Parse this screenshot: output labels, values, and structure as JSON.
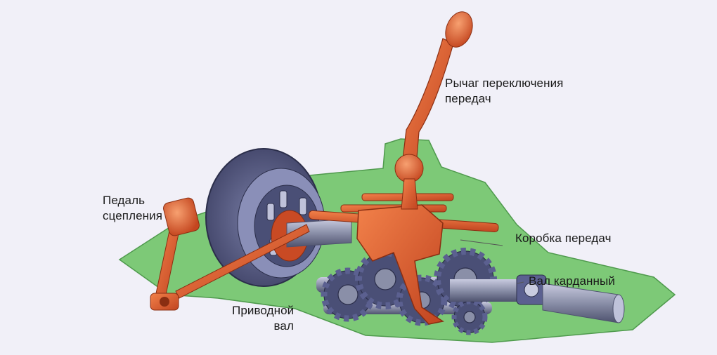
{
  "diagram": {
    "labels": {
      "shift_lever": "Рычаг переключения\nпередач",
      "clutch_pedal": "Педаль\nсцепления",
      "gearbox": "Коробка передач",
      "propeller_shaft": "Вал карданный",
      "drive_shaft": "Приводной\nвал"
    },
    "colors": {
      "base_green": "#7dc977",
      "mechanism_orange": "#d8572b",
      "gear_blue": "#4a4f76",
      "steel_grey": "#8a8fa8"
    },
    "icons": [
      "clutch-pedal-icon",
      "clutch-disc-icon",
      "gear-icon",
      "shift-lever-icon",
      "cardan-joint-icon"
    ]
  }
}
